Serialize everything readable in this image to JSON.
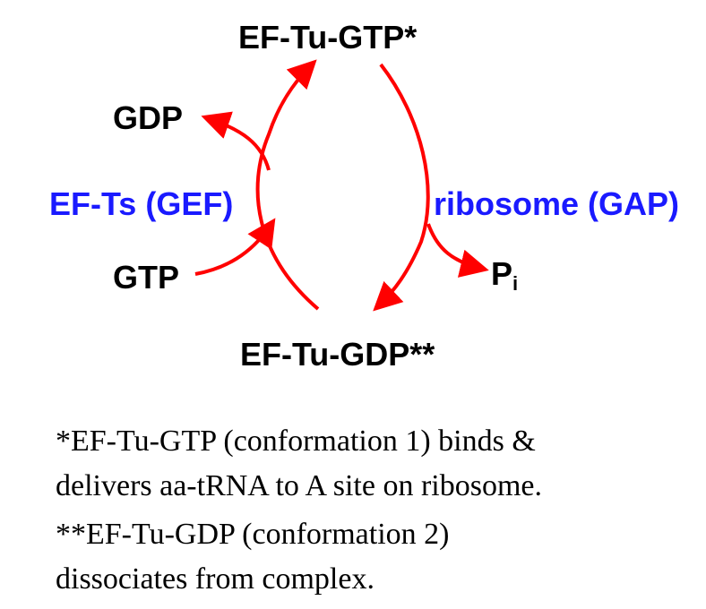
{
  "labels": {
    "top": "EF-Tu-GTP*",
    "gdp": "GDP",
    "gef": "EF-Ts (GEF)",
    "gap": "ribosome (GAP)",
    "gtp": "GTP",
    "pi_main": "P",
    "pi_sub": "i",
    "bottom": "EF-Tu-GDP**"
  },
  "notes": [
    "*EF-Tu-GTP (conformation 1) binds &",
    "delivers aa-tRNA to A site on ribosome.",
    "**EF-Tu-GDP (conformation 2)",
    "dissociates from complex."
  ],
  "colors": {
    "arrow": "#ff0000",
    "enzyme_text": "#1a1aff",
    "text": "#000000"
  }
}
